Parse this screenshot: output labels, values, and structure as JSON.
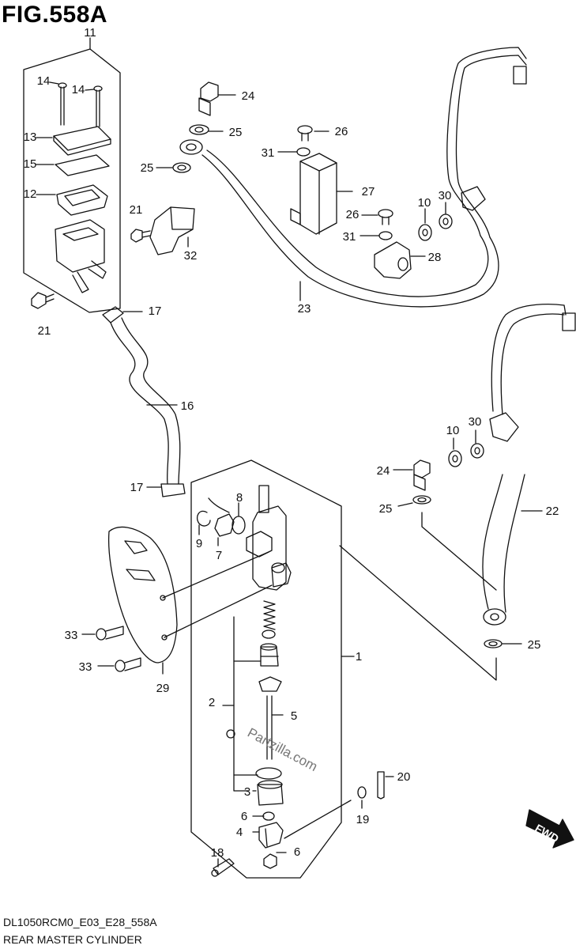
{
  "figure": {
    "title": "FIG.558A",
    "code": "DL1050RCM0_E03_E28_558A",
    "caption": "REAR MASTER CYLINDER",
    "watermark": "Partzilla.com",
    "fwd_label": "FWD"
  },
  "callouts": {
    "c11": "11",
    "c14a": "14",
    "c14b": "14",
    "c13": "13",
    "c15": "15",
    "c12": "12",
    "c21a": "21",
    "c21b": "21",
    "c32": "32",
    "c17a": "17",
    "c16": "16",
    "c17b": "17",
    "c24a": "24",
    "c25a": "25",
    "c25b": "25",
    "c26a": "26",
    "c31a": "31",
    "c27": "27",
    "c26b": "26",
    "c31b": "31",
    "c28": "28",
    "c10a": "10",
    "c30a": "30",
    "c23": "23",
    "c10b": "10",
    "c30b": "30",
    "c24b": "24",
    "c25c": "25",
    "c22": "22",
    "c25d": "25",
    "c9": "9",
    "c7": "7",
    "c8": "8",
    "c1": "1",
    "c33a": "33",
    "c33b": "33",
    "c29": "29",
    "c2": "2",
    "c5": "5",
    "c3": "3",
    "c6a": "6",
    "c4": "4",
    "c6b": "6",
    "c18": "18",
    "c19": "19",
    "c20": "20"
  }
}
